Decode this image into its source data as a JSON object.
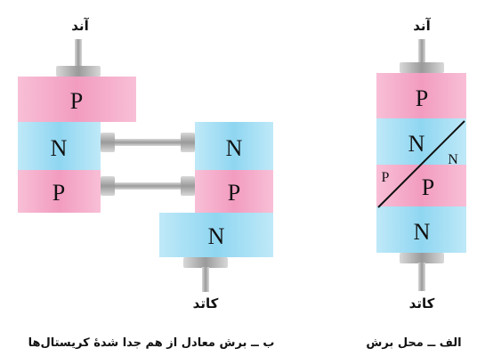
{
  "colors": {
    "p_layer": "#f3a9c8",
    "n_layer": "#9fdcf3",
    "terminal": "#b5b5b5"
  },
  "left_device": {
    "top_label": "آند",
    "bottom_label": "کاتد",
    "top_block": {
      "p": "P",
      "n": "N",
      "p2": "P"
    },
    "bottom_block": {
      "n": "N",
      "p": "P",
      "n2": "N"
    },
    "caption": "ب ــ برش معادل از هم جدا شدهٔ کریستال‌ها"
  },
  "right_device": {
    "top_label": "آند",
    "bottom_label": "کاتد",
    "layers": [
      "P",
      "N",
      "P",
      "N"
    ],
    "cut_label_left": "P",
    "cut_label_right": "N",
    "caption": "الف ــ محل برش"
  }
}
